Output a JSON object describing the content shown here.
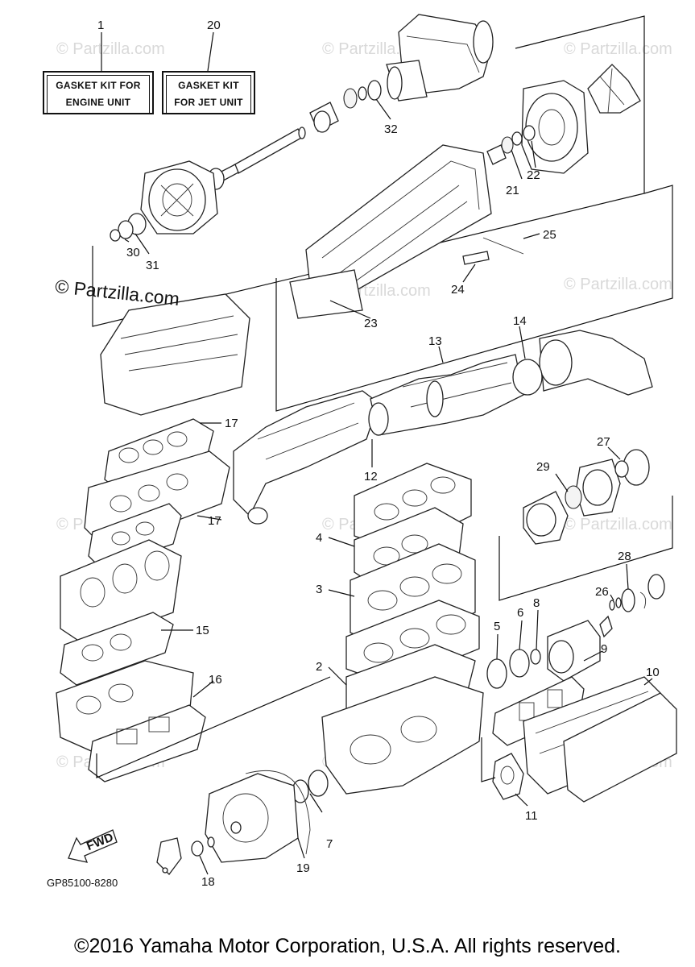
{
  "kit_labels": [
    {
      "number": "1",
      "line1": "GASKET KIT FOR",
      "line2": "ENGINE UNIT"
    },
    {
      "number": "20",
      "line1": "GASKET KIT",
      "line2": "FOR JET UNIT"
    }
  ],
  "callouts": [
    "2",
    "3",
    "4",
    "5",
    "6",
    "7",
    "8",
    "9",
    "10",
    "11",
    "12",
    "13",
    "14",
    "15",
    "16",
    "17",
    "17",
    "18",
    "19",
    "21",
    "22",
    "23",
    "24",
    "25",
    "26",
    "27",
    "28",
    "29",
    "30",
    "31",
    "32"
  ],
  "watermark_main": "© Partzilla.com",
  "watermark_faint": "© Partzilla.com",
  "diagram_code": "GP85100-8280",
  "fwd_label": "FWD",
  "copyright": "©2016 Yamaha Motor Corporation, U.S.A. All rights reserved."
}
